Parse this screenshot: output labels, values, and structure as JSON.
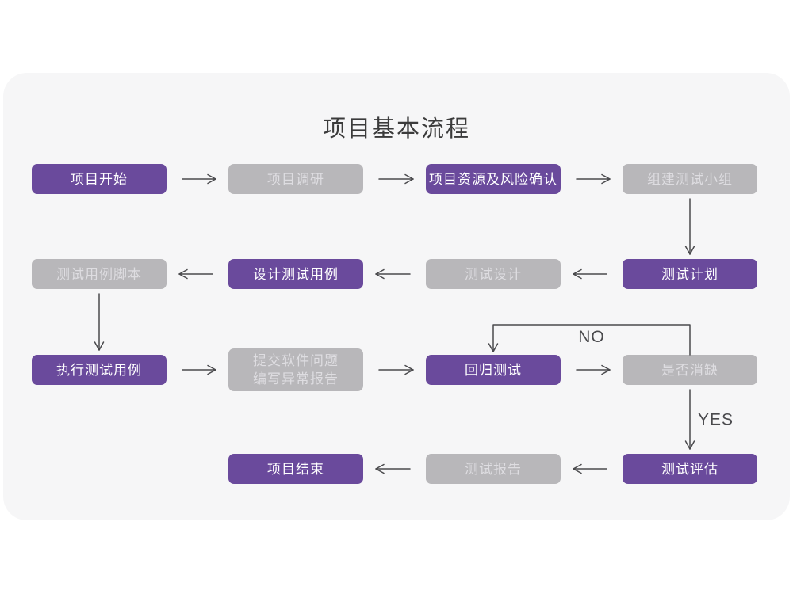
{
  "title": "项目基本流程",
  "colors": {
    "page_bg": "#ffffff",
    "card_bg": "#f6f6f7",
    "node_primary": "#6a4a9c",
    "node_secondary": "#b8b7ba",
    "node_text_primary": "#ffffff",
    "node_text_secondary": "#dedde1",
    "arrow": "#4a4a4d",
    "title_color": "#3b3b3b"
  },
  "diagram": {
    "nodes": [
      {
        "id": "start",
        "label": "项目开始",
        "style": "primary",
        "col": 0,
        "row": 0
      },
      {
        "id": "survey",
        "label": "项目调研",
        "style": "secondary",
        "col": 1,
        "row": 0
      },
      {
        "id": "risk",
        "label": "项目资源及风险确认",
        "style": "primary",
        "col": 2,
        "row": 0
      },
      {
        "id": "team",
        "label": "组建测试小组",
        "style": "secondary",
        "col": 3,
        "row": 0
      },
      {
        "id": "script",
        "label": "测试用例脚本",
        "style": "secondary",
        "col": 0,
        "row": 1
      },
      {
        "id": "design-case",
        "label": "设计测试用例",
        "style": "primary",
        "col": 1,
        "row": 1
      },
      {
        "id": "test-design",
        "label": "测试设计",
        "style": "secondary",
        "col": 2,
        "row": 1
      },
      {
        "id": "plan",
        "label": "测试计划",
        "style": "primary",
        "col": 3,
        "row": 1
      },
      {
        "id": "execute",
        "label": "执行测试用例",
        "style": "primary",
        "col": 0,
        "row": 2
      },
      {
        "id": "issue",
        "label": "提交软件问题\n编写异常报告",
        "style": "secondary",
        "col": 1,
        "row": 2,
        "tall": true
      },
      {
        "id": "regression",
        "label": "回归测试",
        "style": "primary",
        "col": 2,
        "row": 2
      },
      {
        "id": "defect",
        "label": "是否消缺",
        "style": "secondary",
        "col": 3,
        "row": 2
      },
      {
        "id": "end",
        "label": "项目结束",
        "style": "primary",
        "col": 1,
        "row": 3
      },
      {
        "id": "report",
        "label": "测试报告",
        "style": "secondary",
        "col": 2,
        "row": 3
      },
      {
        "id": "evaluate",
        "label": "测试评估",
        "style": "primary",
        "col": 3,
        "row": 3
      }
    ],
    "edges": [
      {
        "from": "start",
        "to": "survey"
      },
      {
        "from": "survey",
        "to": "risk"
      },
      {
        "from": "risk",
        "to": "team"
      },
      {
        "from": "team",
        "to": "plan"
      },
      {
        "from": "plan",
        "to": "test-design"
      },
      {
        "from": "test-design",
        "to": "design-case"
      },
      {
        "from": "design-case",
        "to": "script"
      },
      {
        "from": "script",
        "to": "execute"
      },
      {
        "from": "execute",
        "to": "issue"
      },
      {
        "from": "issue",
        "to": "regression"
      },
      {
        "from": "regression",
        "to": "defect"
      },
      {
        "from": "defect",
        "to": "regression",
        "label": "NO",
        "route": "loop-top"
      },
      {
        "from": "defect",
        "to": "evaluate",
        "label": "YES"
      },
      {
        "from": "evaluate",
        "to": "report"
      },
      {
        "from": "report",
        "to": "end"
      }
    ]
  }
}
